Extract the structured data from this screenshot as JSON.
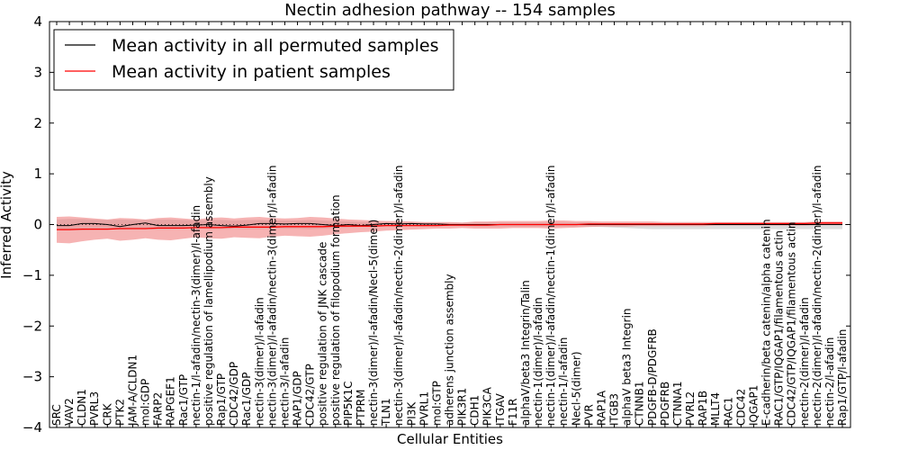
{
  "chart_data": {
    "type": "line",
    "title": "Nectin adhesion pathway -- 154 samples",
    "xlabel": "Cellular Entities",
    "ylabel": "Inferred Activity",
    "ylim": [
      -4,
      4
    ],
    "yticks": [
      "−4",
      "−3",
      "−2",
      "−1",
      "0",
      "1",
      "2",
      "3",
      "4"
    ],
    "legend_position": "top-left",
    "categories": [
      "SRC",
      "VAV2",
      "CLDN1",
      "PVRL3",
      "CRK",
      "PTK2",
      "JAM-A/CLDN1",
      "mol:GDP",
      "FARP2",
      "RAPGEF1",
      "Rac1/GTP",
      "nectin-1/l-afadin/nectin-3(dimer)/l-afadin",
      "positive regulation of lamellipodium assembly",
      "Rap1/GTP",
      "CDC42/GDP",
      "Rac1/GDP",
      "nectin-3(dimer)/l-afadin",
      "nectin-3(dimer)/l-afadin/nectin-3(dimer)/l-afadin",
      "nectin-3/l-afadin",
      "RAP1/GDP",
      "CDC42/GTP",
      "positive regulation of JNK cascade",
      "positive regulation of filopodium formation",
      "PIP5K1C",
      "PTPRM",
      "nectin-3(dimer)/l-afadin/Necl-5(dimer)",
      "TLN1",
      "nectin-3(dimer)/l-afadin/nectin-2(dimer)/l-afadin",
      "PI3K",
      "PVRL1",
      "mol:GTP",
      "adherens junction assembly",
      "PIK3R1",
      "CDH1",
      "PIK3CA",
      "ITGAV",
      "F11R",
      "alphaV/beta3 Integrin/Talin",
      "nectin-1(dimer)/l-afadin",
      "nectin-1(dimer)/l-afadin/nectin-1(dimer)/l-afadin",
      "nectin-1/l-afadin",
      "Necl-5(dimer)",
      "PVR",
      "RAP1A",
      "ITGB3",
      "alphaV beta3 Integrin",
      "CTNNB1",
      "PDGFB-D/PDGFRB",
      "PDGFRB",
      "CTNNA1",
      "PVRL2",
      "RAP1B",
      "MLLT4",
      "RAC1",
      "CDC42",
      "IQGAP1",
      "E-cadherin/beta catenin/alpha catenin",
      "RAC1/GTP/IQGAP1/filamentous actin",
      "CDC42/GTP/IQGAP1/filamentous actin",
      "nectin-2(dimer)/l-afadin",
      "nectin-2(dimer)/l-afadin/nectin-2(dimer)/l-afadin",
      "nectin-2/l-afadin",
      "Rap1/GTP/l-afadin"
    ],
    "series": [
      {
        "name": "Mean activity in all permuted samples",
        "color": "#000000",
        "values": [
          -0.02,
          -0.02,
          0.02,
          0.02,
          0.0,
          -0.04,
          0.0,
          0.03,
          -0.02,
          -0.02,
          -0.02,
          -0.01,
          0.0,
          -0.02,
          -0.03,
          -0.01,
          0.02,
          0.02,
          0.01,
          0.02,
          0.02,
          0.0,
          -0.02,
          0.0,
          -0.02,
          0.0,
          0.02,
          0.01,
          0.02,
          0.01,
          0.01,
          0.0,
          0.0,
          0.0,
          0.0,
          0.0,
          0.0,
          0.0,
          0.0,
          0.0,
          0.0,
          0.0,
          0.0,
          0.0,
          0.0,
          0.0,
          0.0,
          0.0,
          0.0,
          0.0,
          0.0,
          0.0,
          0.0,
          0.0,
          0.0,
          0.0,
          0.0,
          0.0,
          0.0,
          0.0,
          0.0,
          0.0,
          0.0
        ]
      },
      {
        "name": "Mean activity in patient samples",
        "color": "#ff0000",
        "band_color": "#f08080",
        "values": [
          -0.1,
          -0.1,
          -0.09,
          -0.09,
          -0.09,
          -0.08,
          -0.08,
          -0.08,
          -0.07,
          -0.07,
          -0.07,
          -0.06,
          -0.06,
          -0.06,
          -0.05,
          -0.05,
          -0.05,
          -0.05,
          -0.04,
          -0.04,
          -0.04,
          -0.04,
          -0.03,
          -0.03,
          -0.03,
          -0.03,
          -0.02,
          -0.02,
          -0.02,
          -0.02,
          -0.02,
          -0.01,
          -0.01,
          -0.01,
          -0.01,
          0.0,
          0.0,
          0.0,
          0.0,
          0.0,
          0.0,
          0.0,
          0.01,
          0.01,
          0.01,
          0.01,
          0.01,
          0.01,
          0.01,
          0.01,
          0.01,
          0.01,
          0.02,
          0.02,
          0.02,
          0.02,
          0.02,
          0.02,
          0.02,
          0.02,
          0.03,
          0.03,
          0.03
        ],
        "band_upper": [
          0.15,
          0.16,
          0.14,
          0.12,
          0.1,
          0.13,
          0.12,
          0.1,
          0.13,
          0.14,
          0.12,
          0.1,
          0.13,
          0.14,
          0.12,
          0.14,
          0.15,
          0.13,
          0.12,
          0.13,
          0.15,
          0.14,
          0.12,
          0.1,
          0.09,
          0.08,
          0.07,
          0.07,
          0.06,
          0.05,
          0.05,
          0.05,
          0.04,
          0.06,
          0.06,
          0.07,
          0.07,
          0.07,
          0.07,
          0.08,
          0.08,
          0.07,
          0.07,
          0.06,
          0.06,
          0.06,
          0.06,
          0.06,
          0.05,
          0.05,
          0.05,
          0.05,
          0.05,
          0.05,
          0.05,
          0.05,
          0.05,
          0.05,
          0.05,
          0.05,
          0.06,
          0.06,
          0.06
        ],
        "band_lower": [
          -0.36,
          -0.37,
          -0.33,
          -0.3,
          -0.28,
          -0.32,
          -0.3,
          -0.27,
          -0.3,
          -0.31,
          -0.28,
          -0.25,
          -0.27,
          -0.28,
          -0.25,
          -0.26,
          -0.27,
          -0.24,
          -0.22,
          -0.23,
          -0.24,
          -0.22,
          -0.19,
          -0.17,
          -0.15,
          -0.14,
          -0.12,
          -0.11,
          -0.1,
          -0.09,
          -0.08,
          -0.08,
          -0.07,
          -0.08,
          -0.08,
          -0.08,
          -0.07,
          -0.07,
          -0.07,
          -0.08,
          -0.07,
          -0.06,
          -0.05,
          -0.04,
          -0.04,
          -0.04,
          -0.03,
          -0.03,
          -0.03,
          -0.03,
          -0.03,
          -0.03,
          -0.02,
          -0.02,
          -0.02,
          -0.02,
          -0.02,
          -0.02,
          -0.02,
          -0.02,
          -0.01,
          -0.01,
          -0.01
        ]
      }
    ],
    "grey_band": {
      "color": "#d9d9d9",
      "upper": [
        0.1,
        0.11,
        0.11,
        0.1,
        0.09,
        0.1,
        0.09,
        0.09,
        0.1,
        0.1,
        0.09,
        0.08,
        0.09,
        0.09,
        0.08,
        0.09,
        0.09,
        0.08,
        0.08,
        0.08,
        0.09,
        0.08,
        0.07,
        0.06,
        0.05,
        0.05,
        0.04,
        0.04,
        0.04,
        0.04,
        0.03,
        0.03,
        0.03,
        0.04,
        0.04,
        0.04,
        0.04,
        0.04,
        0.04,
        0.04,
        0.04,
        0.04,
        0.04,
        0.03,
        0.03,
        0.03,
        0.03,
        0.03,
        0.03,
        0.03,
        0.03,
        0.03,
        0.03,
        0.03,
        0.03,
        0.03,
        0.03,
        0.03,
        0.03,
        0.03,
        0.03,
        0.03,
        0.03
      ],
      "lower": [
        -0.1,
        -0.11,
        -0.11,
        -0.1,
        -0.09,
        -0.1,
        -0.09,
        -0.09,
        -0.1,
        -0.1,
        -0.09,
        -0.08,
        -0.09,
        -0.09,
        -0.08,
        -0.09,
        -0.09,
        -0.08,
        -0.08,
        -0.08,
        -0.09,
        -0.08,
        -0.07,
        -0.06,
        -0.05,
        -0.05,
        -0.04,
        -0.04,
        -0.04,
        -0.04,
        -0.03,
        -0.03,
        -0.03,
        -0.04,
        -0.04,
        -0.04,
        -0.04,
        -0.04,
        -0.04,
        -0.04,
        -0.04,
        -0.04,
        -0.04,
        -0.05,
        -0.06,
        -0.07,
        -0.08,
        -0.09,
        -0.09,
        -0.09,
        -0.09,
        -0.09,
        -0.09,
        -0.09,
        -0.09,
        -0.09,
        -0.09,
        -0.09,
        -0.09,
        -0.09,
        -0.09,
        -0.09,
        -0.09
      ]
    }
  }
}
